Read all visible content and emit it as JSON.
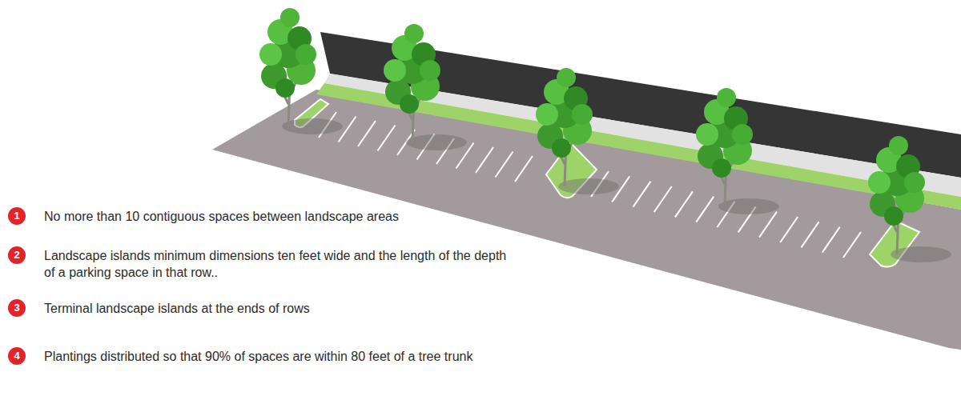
{
  "diagram": {
    "labels": [
      "1",
      "No more than 10 contiguous spaces between landscape areas",
      "2",
      "Landscape islands minimum dimensions ten feet wide and the length of the depth of a parking space in that row..",
      "3",
      "Terminal landscape islands at the ends of rows",
      "4",
      "Plantings distributed so that 90% of spaces are within 80 feet of a tree trunk"
    ]
  }
}
